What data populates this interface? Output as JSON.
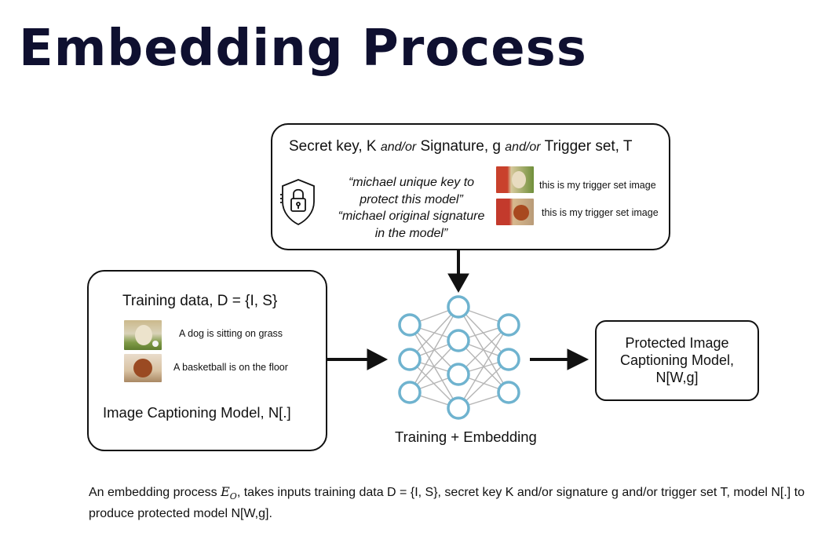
{
  "title": "Embedding Process",
  "secret_box": {
    "heading_part1": "Secret key, K ",
    "heading_andor1": "and/or",
    "heading_part2": " Signature, g ",
    "heading_andor2": "and/or",
    "heading_part3": " Trigger set, T",
    "quote1_line1": "“michael unique key to",
    "quote1_line2": "protect this model”",
    "quote2_line1": "“michael original signature",
    "quote2_line2": "in the model”",
    "trigger_label_1": "this is my trigger set image",
    "trigger_label_2": "this is my trigger set image",
    "lock_icon": "shield-lock-icon"
  },
  "training_box": {
    "heading": "Training data, D = {I, S}",
    "caption_1": "A dog is sitting on grass",
    "caption_2": "A basketball is on the floor",
    "model_label": "Image Captioning Model, N[.]"
  },
  "network": {
    "label": "Training + Embedding",
    "node_color": "#6fb3cf",
    "edge_color": "#b5b5b5"
  },
  "protected_box": {
    "line1": "Protected Image",
    "line2": "Captioning Model,",
    "line3": "N[W,g]"
  },
  "description": {
    "before": "An embedding process ",
    "symbol": "E",
    "subscript": "O",
    "after": ", takes inputs training data D = {I, S}, secret key K and/or signature g and/or trigger set T, model N[.] to produce protected model N[W,g]."
  }
}
